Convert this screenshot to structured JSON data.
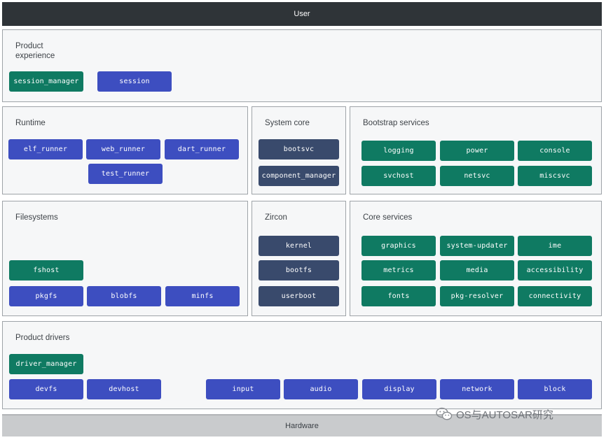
{
  "colors": {
    "green": "#0f7a62",
    "blue": "#3d4ec0",
    "slate": "#394a6c"
  },
  "user_bar": "User",
  "hardware_bar": "Hardware",
  "panels": {
    "product_experience": {
      "title": "Product\nexperience",
      "chips": [
        "session_manager",
        "session"
      ]
    },
    "runtime": {
      "title": "Runtime",
      "chips": [
        "elf_runner",
        "web_runner",
        "dart_runner",
        "test_runner"
      ]
    },
    "system_core": {
      "title": "System core",
      "chips": [
        "bootsvc",
        "component_manager"
      ]
    },
    "bootstrap_services": {
      "title": "Bootstrap services",
      "chips": [
        "logging",
        "power",
        "console",
        "svchost",
        "netsvc",
        "miscsvc"
      ]
    },
    "filesystems": {
      "title": "Filesystems",
      "chips": [
        "fshost",
        "pkgfs",
        "blobfs",
        "minfs"
      ]
    },
    "zircon": {
      "title": "Zircon",
      "chips": [
        "kernel",
        "bootfs",
        "userboot"
      ]
    },
    "core_services": {
      "title": "Core services",
      "chips": [
        "graphics",
        "system-updater",
        "ime",
        "metrics",
        "media",
        "accessibility",
        "fonts",
        "pkg-resolver",
        "connectivity"
      ]
    },
    "product_drivers": {
      "title": "Product drivers",
      "chips": [
        "driver_manager",
        "devfs",
        "devhost",
        "input",
        "audio",
        "display",
        "network",
        "block"
      ]
    }
  },
  "watermark": {
    "text": "OS与AUTOSAR研究",
    "icon": "wechat-icon"
  }
}
